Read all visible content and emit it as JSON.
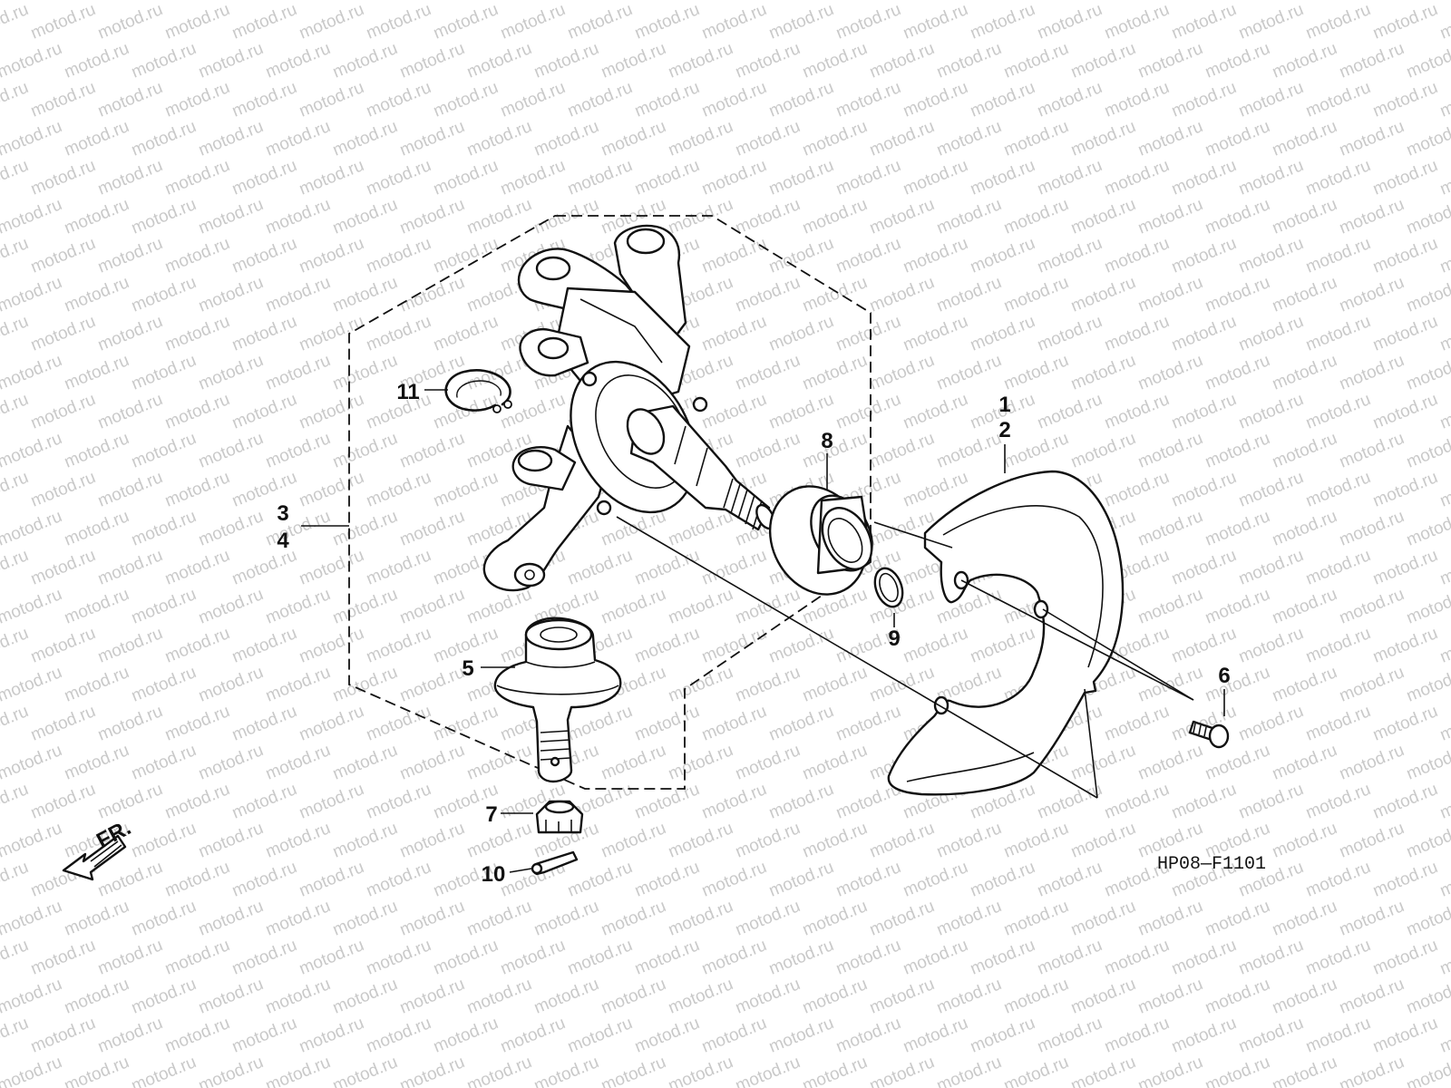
{
  "diagram": {
    "watermark_text": "motod.ru",
    "diagram_code": "HP08—F1101",
    "front_indicator": "FR.",
    "callouts": {
      "c1": "1",
      "c2": "2",
      "c3": "3",
      "c4": "4",
      "c5": "5",
      "c6": "6",
      "c7": "7",
      "c8": "8",
      "c9": "9",
      "c10": "10",
      "c11": "11"
    },
    "colors": {
      "line": "#111111",
      "background": "#ffffff",
      "watermark": "#c9c9c9"
    }
  }
}
